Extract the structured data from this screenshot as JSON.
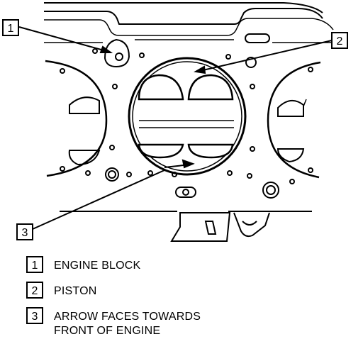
{
  "callouts": [
    {
      "number": "1"
    },
    {
      "number": "2"
    },
    {
      "number": "3"
    }
  ],
  "legend": [
    {
      "number": "1",
      "lines": [
        "ENGINE BLOCK"
      ]
    },
    {
      "number": "2",
      "lines": [
        "PISTON"
      ]
    },
    {
      "number": "3",
      "lines": [
        "ARROW FACES TOWARDS",
        "FRONT OF ENGINE"
      ]
    }
  ],
  "colors": {
    "ink": "#000000",
    "paper": "#ffffff"
  }
}
